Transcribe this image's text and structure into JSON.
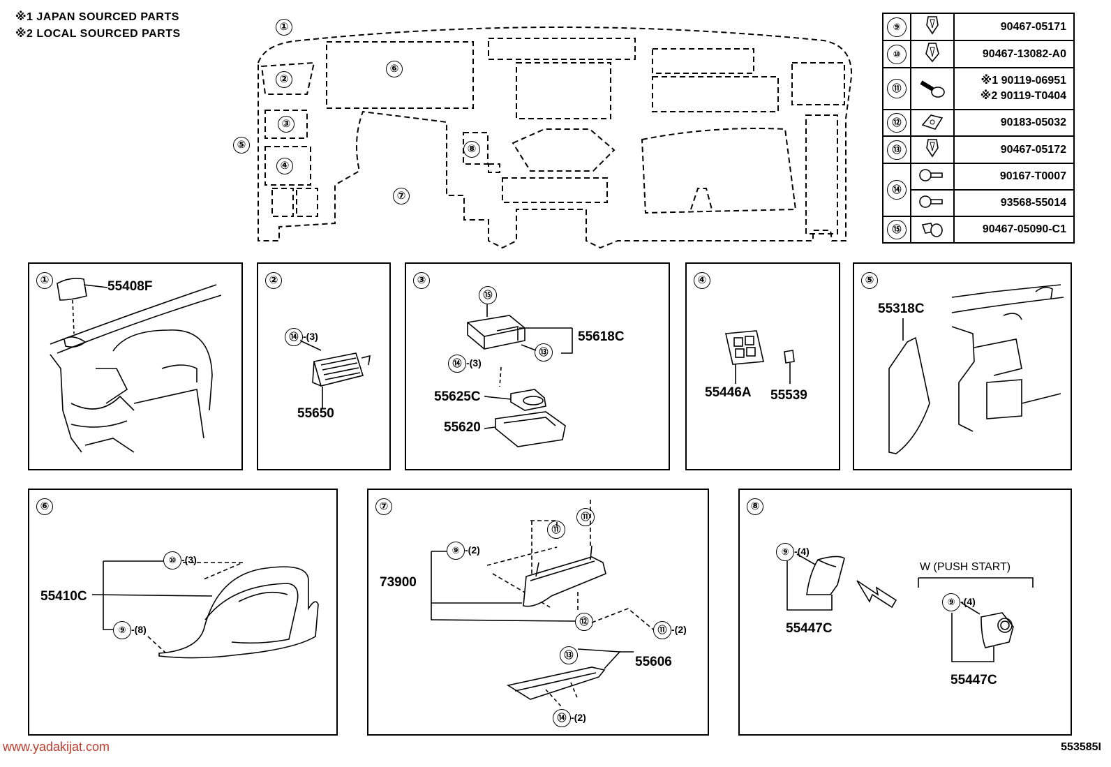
{
  "notes": [
    "※1 JAPAN SOURCED PARTS",
    "※2 LOCAL SOURCED PARTS"
  ],
  "overview": {
    "markers": [
      "①",
      "②",
      "③",
      "④",
      "⑤",
      "⑥",
      "⑦",
      "⑧"
    ]
  },
  "parts_table": [
    {
      "ref": "⑨",
      "icon": "clip-icon",
      "part": "90467-05171"
    },
    {
      "ref": "⑩",
      "icon": "clip-icon",
      "part": "90467-13082-A0"
    },
    {
      "ref": "⑪",
      "icon": "bolt-icon",
      "part": "※1 90119-06951",
      "part2": "※2 90119-T0404"
    },
    {
      "ref": "⑫",
      "icon": "nut-clip-icon",
      "part": "90183-05032"
    },
    {
      "ref": "⑬",
      "icon": "clip-icon",
      "part": "90467-05172"
    },
    {
      "ref": "⑭",
      "icon": "screw-icon",
      "part": "90167-T0007",
      "part2": "93568-55014"
    },
    {
      "ref": "⑮",
      "icon": "push-clip-icon",
      "part": "90467-05090-C1"
    }
  ],
  "panels": {
    "p1": {
      "num": "①",
      "labels": [
        "55408F"
      ]
    },
    "p2": {
      "num": "②",
      "labels": [
        "55650"
      ],
      "callouts": [
        {
          "ref": "⑭",
          "qty": "-(3)"
        }
      ]
    },
    "p3": {
      "num": "③",
      "labels": [
        "55618C",
        "55625C",
        "55620"
      ],
      "callouts": [
        {
          "ref": "⑮",
          "qty": ""
        },
        {
          "ref": "⑬",
          "qty": ""
        },
        {
          "ref": "⑭",
          "qty": "-(3)"
        }
      ]
    },
    "p4": {
      "num": "④",
      "labels": [
        "55446A",
        "55539"
      ]
    },
    "p5": {
      "num": "⑤",
      "labels": [
        "55318C"
      ]
    },
    "p6": {
      "num": "⑥",
      "labels": [
        "55410C"
      ],
      "callouts": [
        {
          "ref": "⑩",
          "qty": "-(3)"
        },
        {
          "ref": "⑨",
          "qty": "-(8)"
        }
      ]
    },
    "p7": {
      "num": "⑦",
      "labels": [
        "73900",
        "55606"
      ],
      "callouts": [
        {
          "ref": "⑨",
          "qty": "-(2)"
        },
        {
          "ref": "⑪",
          "qty": ""
        },
        {
          "ref": "⑪",
          "qty": ""
        },
        {
          "ref": "⑫",
          "qty": ""
        },
        {
          "ref": "⑪",
          "qty": "-(2)"
        },
        {
          "ref": "⑬",
          "qty": ""
        },
        {
          "ref": "⑭",
          "qty": "-(2)"
        }
      ]
    },
    "p8": {
      "num": "⑧",
      "labels": [
        "55447C",
        "55447C"
      ],
      "variant": "W (PUSH START)",
      "callouts": [
        {
          "ref": "⑨",
          "qty": "-(4)"
        },
        {
          "ref": "⑨",
          "qty": "-(4)"
        }
      ]
    }
  },
  "footer": {
    "website": "www.yadakijat.com",
    "diagram_id": "553585I"
  },
  "colors": {
    "line": "#000000",
    "watermark": "#c0392b"
  }
}
